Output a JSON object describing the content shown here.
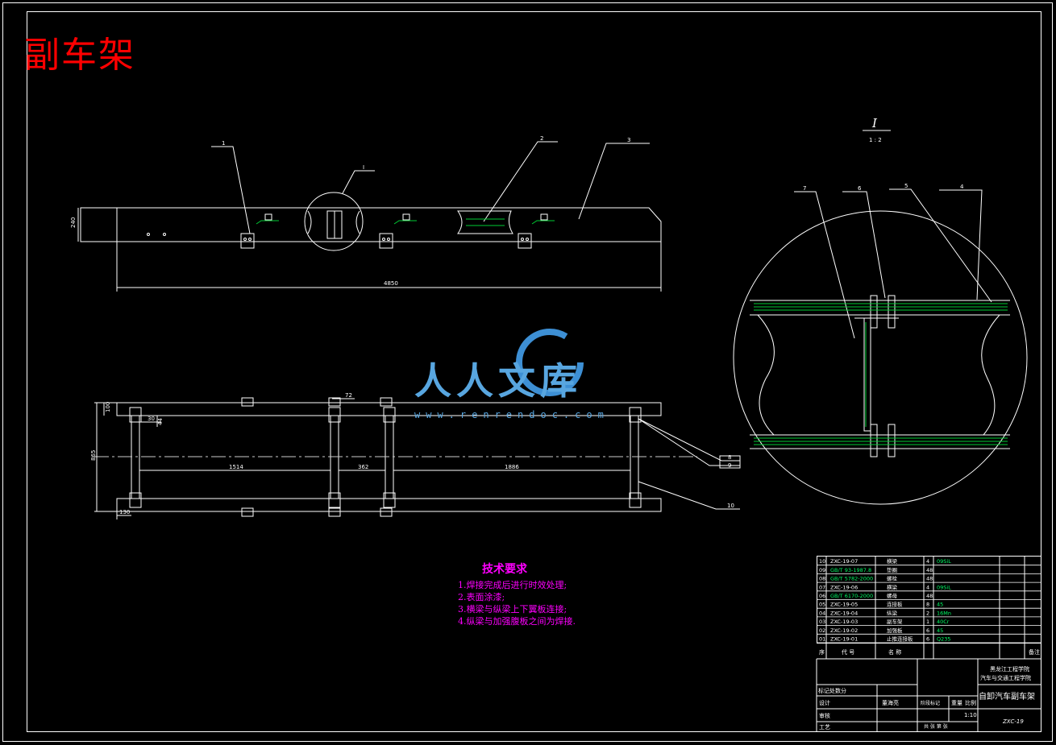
{
  "title": "副车架",
  "detail": {
    "label": "I",
    "scale": "1 : 2"
  },
  "balloons_top": [
    "1",
    "2",
    "3"
  ],
  "balloons_detail": [
    "7",
    "6",
    "5",
    "4"
  ],
  "balloons_plan": [
    "8",
    "9",
    "10"
  ],
  "dims_side": {
    "height": "240",
    "length": "4850"
  },
  "dims_plan": {
    "width": "865",
    "d1": "1514",
    "d2": "362",
    "d3": "1886",
    "d4": "130",
    "d5": "100",
    "d6": "30",
    "d7": "44",
    "d8": "72"
  },
  "tech_title": "技术要求",
  "tech_items": [
    "1.焊接完成后进行时效处理;",
    "2.表面涂漆;",
    "3.横梁与纵梁上下翼板连接;",
    "4.纵梁与加强腹板之间为焊接."
  ],
  "watermark": {
    "text": "人人文库",
    "url": "www.renrendoc.com"
  },
  "bom": [
    {
      "no": "10",
      "code": "ZXC-19-07",
      "name": "横梁",
      "qty": "4",
      "mat": "09SiL"
    },
    {
      "no": "09",
      "code": "GB/T 93-1987.8",
      "name": "垫圈",
      "qty": "48",
      "mat": ""
    },
    {
      "no": "08",
      "code": "GB/T 5782-2000",
      "name": "螺栓",
      "qty": "48",
      "mat": ""
    },
    {
      "no": "07",
      "code": "ZXC-19-06",
      "name": "横梁",
      "qty": "4",
      "mat": "09SiL"
    },
    {
      "no": "06",
      "code": "GB/T 6170-2000",
      "name": "螺母",
      "qty": "48",
      "mat": ""
    },
    {
      "no": "05",
      "code": "ZXC-19-05",
      "name": "连接板",
      "qty": "8",
      "mat": "45"
    },
    {
      "no": "04",
      "code": "ZXC-19-04",
      "name": "纵梁",
      "qty": "2",
      "mat": "16Mn"
    },
    {
      "no": "03",
      "code": "ZXC-19-03",
      "name": "副车架",
      "qty": "1",
      "mat": "40Cr"
    },
    {
      "no": "02",
      "code": "ZXC-19-02",
      "name": "加强板",
      "qty": "6",
      "mat": "45"
    },
    {
      "no": "01",
      "code": "ZXC-19-01",
      "name": "止推连接板",
      "qty": "6",
      "mat": "Q235"
    }
  ],
  "bom_header": {
    "no": "序",
    "code": "代 号",
    "name": "名 称",
    "qty": "",
    "mat": "",
    "note": "备注"
  },
  "title_block": {
    "school1": "黑龙江工程学院",
    "school2": "汽车与交通工程学院",
    "product": "自卸汽车副车架",
    "scale": "1:10",
    "drawing_no": "ZXC-19",
    "lbl_design": "设计",
    "lbl_review": "审核",
    "lbl_process": "工艺",
    "lbl_mark": "标记处数分",
    "lbl_stage": "阶段标记",
    "lbl_weight": "重量",
    "lbl_ratio": "比例",
    "lbl_sheet": "共 张 第 张",
    "designer": "董海亮"
  }
}
